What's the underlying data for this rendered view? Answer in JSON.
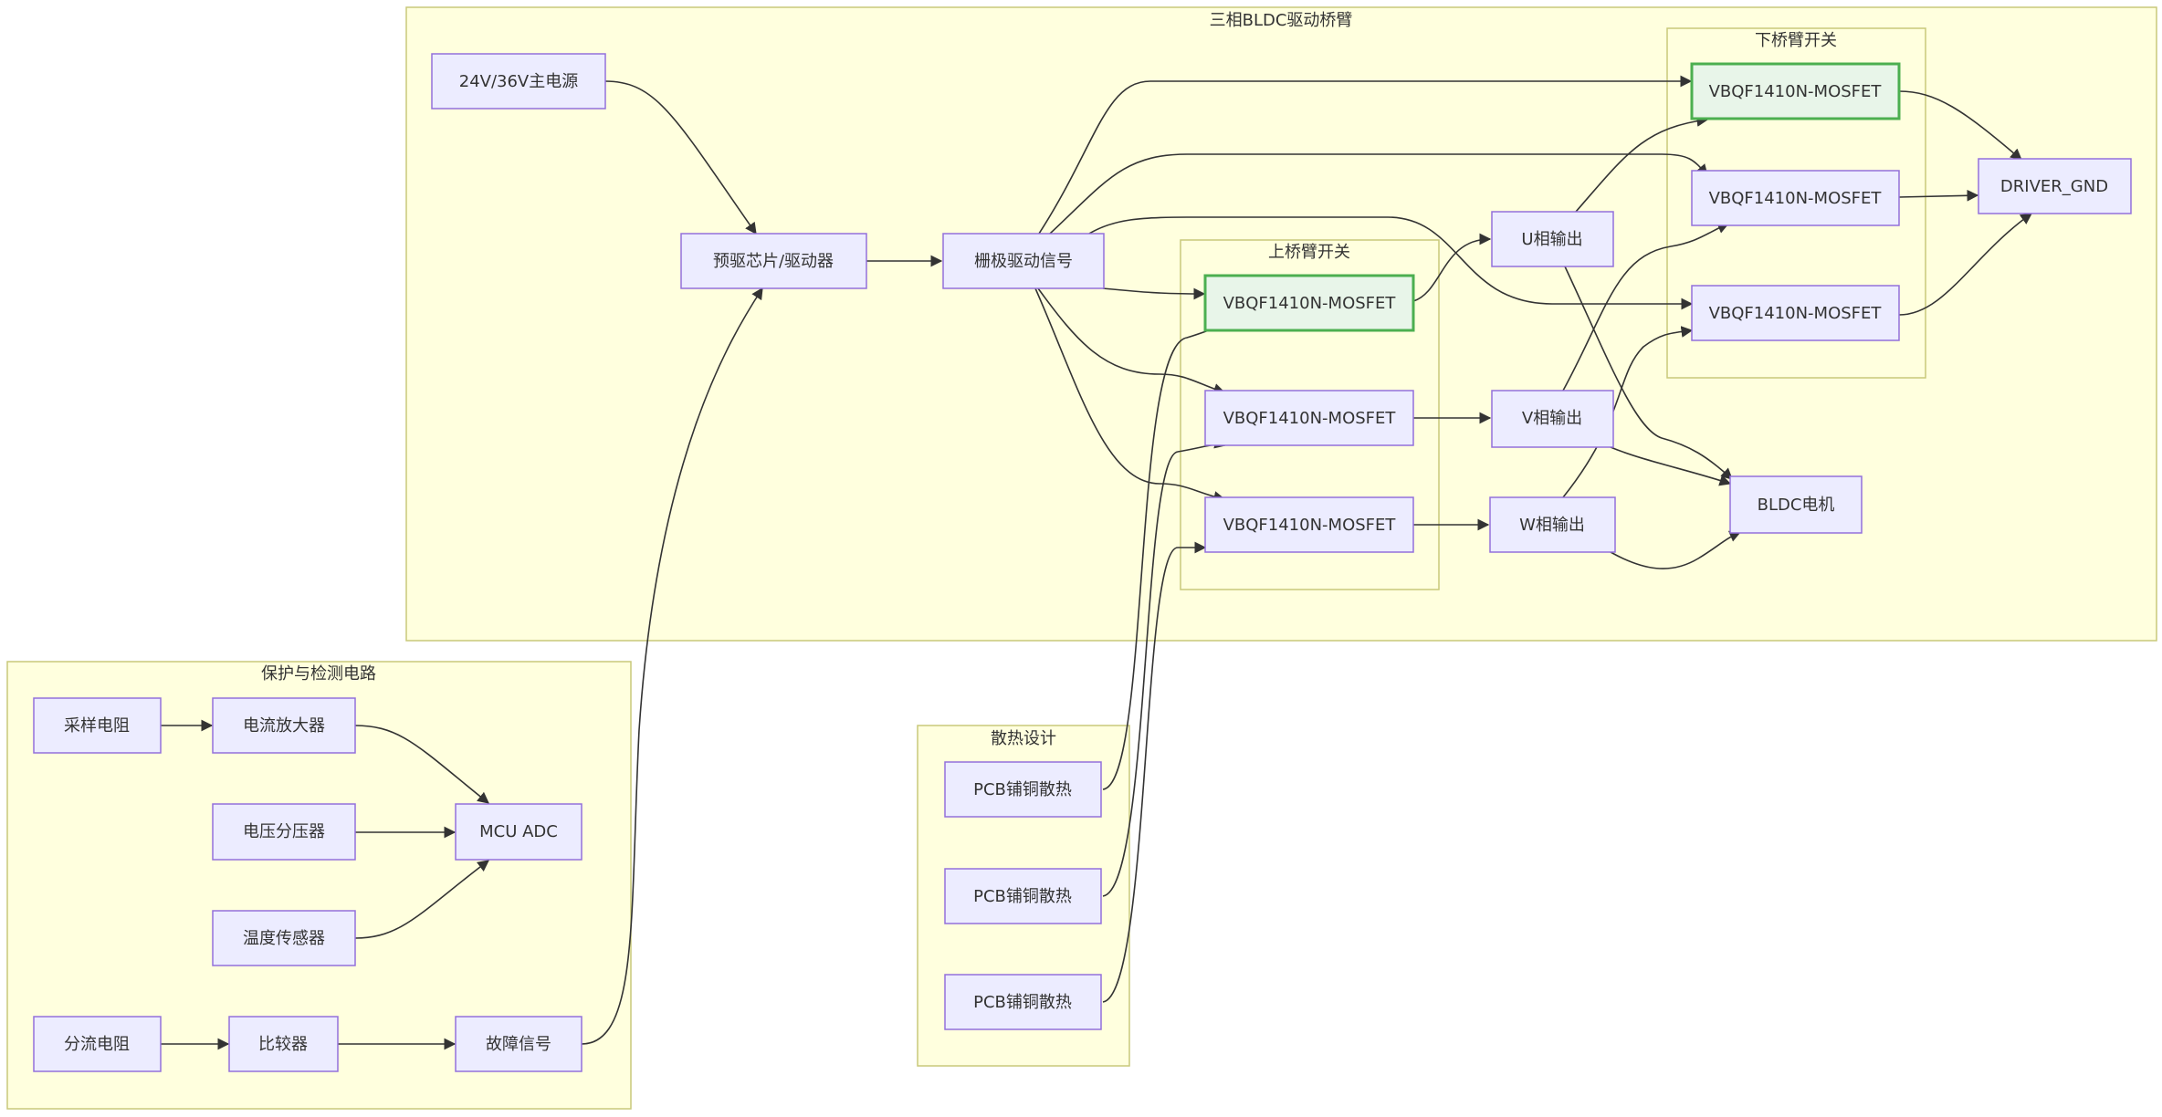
{
  "groups": {
    "bridge": "三相BLDC驱动桥臂",
    "low": "下桥臂开关",
    "high": "上桥臂开关",
    "protect": "保护与检测电路",
    "cooling": "散热设计"
  },
  "nodes": {
    "psu": "24V/36V主电源",
    "predriver": "预驱芯片/驱动器",
    "gate": "栅极驱动信号",
    "ql1": "VBQF1410N-MOSFET",
    "ql2": "VBQF1410N-MOSFET",
    "ql3": "VBQF1410N-MOSFET",
    "gnd": "DRIVER_GND",
    "qh1": "VBQF1410N-MOSFET",
    "qh2": "VBQF1410N-MOSFET",
    "qh3": "VBQF1410N-MOSFET",
    "u": "U相输出",
    "v": "V相输出",
    "w": "W相输出",
    "motor": "BLDC电机",
    "sample": "采样电阻",
    "amp": "电流放大器",
    "divider": "电压分压器",
    "temp": "温度传感器",
    "adc": "MCU ADC",
    "shunt": "分流电阻",
    "comp": "比较器",
    "fault": "故障信号",
    "pcb1": "PCB铺铜散热",
    "pcb2": "PCB铺铜散热",
    "pcb3": "PCB铺铜散热"
  },
  "colors": {
    "group_fill": "#ffffde",
    "group_stroke": "#c9c97a",
    "node_fill": "#ececff",
    "node_stroke": "#9370db",
    "highlight_fill": "#e8f5e9",
    "highlight_stroke": "#4caf50",
    "edge": "#333333",
    "text": "#333333"
  }
}
